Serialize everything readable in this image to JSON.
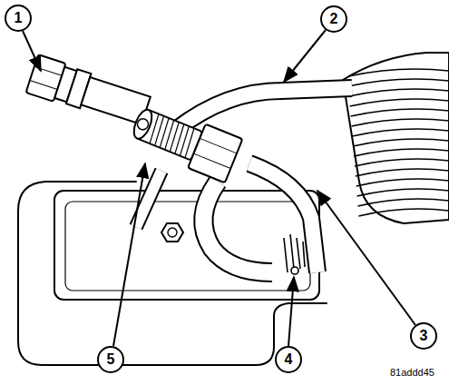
{
  "diagram": {
    "labels": [
      "1",
      "2",
      "3",
      "4",
      "5",
      "81addd45"
    ]
  }
}
